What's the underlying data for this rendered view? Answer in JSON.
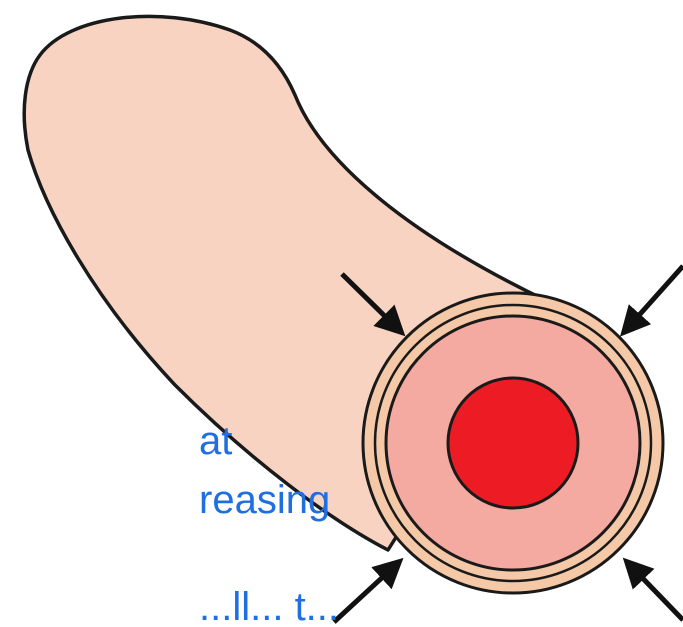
{
  "caption": {
    "lines": [
      "at",
      "reasing",
      "...ll... t..."
    ],
    "color": "#1f6fe0"
  },
  "colors": {
    "vessel_wall": "#f8d3c2",
    "vessel_outline": "#1a1a1a",
    "outer_ring": "#f5c9a8",
    "inner_wall": "#f4aaa0",
    "lumen": "#ed1c24",
    "arrows": "#111111"
  },
  "icons": [
    "compression-arrow-icon"
  ]
}
